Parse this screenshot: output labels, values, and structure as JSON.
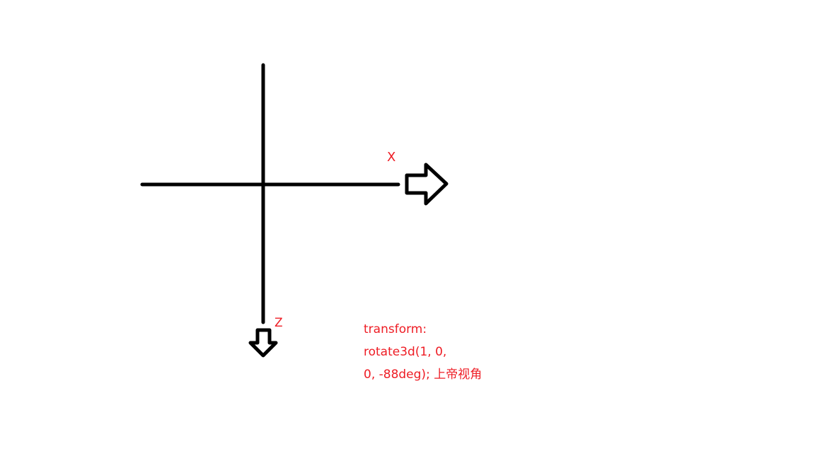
{
  "labels": {
    "x_axis": "X",
    "z_axis": "Z"
  },
  "note": {
    "line1": "transform:",
    "line2": "rotate3d(1, 0,",
    "line3": "0, -88deg);  上帝视角"
  },
  "colors": {
    "ink": "#000000",
    "annotation": "#ee1c24",
    "background": "#ffffff"
  }
}
